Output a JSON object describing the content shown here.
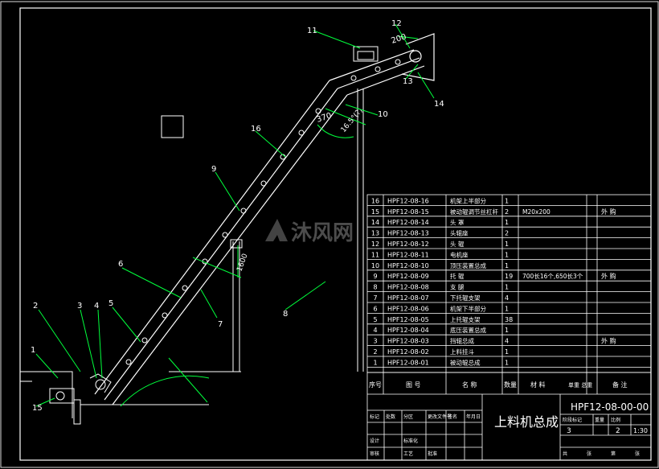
{
  "watermark": {
    "text": "沐风网"
  },
  "callouts": [
    {
      "id": "c1",
      "label": "1"
    },
    {
      "id": "c2",
      "label": "2"
    },
    {
      "id": "c3",
      "label": "3"
    },
    {
      "id": "c4",
      "label": "4"
    },
    {
      "id": "c5",
      "label": "5"
    },
    {
      "id": "c6",
      "label": "6"
    },
    {
      "id": "c7",
      "label": "7"
    },
    {
      "id": "c8",
      "label": "8"
    },
    {
      "id": "c9",
      "label": "9"
    },
    {
      "id": "c10",
      "label": "10"
    },
    {
      "id": "c11",
      "label": "11"
    },
    {
      "id": "c12",
      "label": "12"
    },
    {
      "id": "c13",
      "label": "13"
    },
    {
      "id": "c14",
      "label": "14"
    },
    {
      "id": "c15",
      "label": "15"
    },
    {
      "id": "c16",
      "label": "16"
    }
  ],
  "dimensions": {
    "top_len": "200",
    "mid_len": "370",
    "angle": "16.5°(?)",
    "small_len": "1600"
  },
  "bom": {
    "rows": [
      {
        "no": "16",
        "code": "HPF12-08-16",
        "name": "机架上半部分",
        "qty": "1",
        "material": "",
        "note": ""
      },
      {
        "no": "15",
        "code": "HPF12-08-15",
        "name": "被动辊调节丝杠杆",
        "qty": "2",
        "material": "M20x200",
        "note": "外 购"
      },
      {
        "no": "14",
        "code": "HPF12-08-14",
        "name": "头  罩",
        "qty": "1",
        "material": "",
        "note": ""
      },
      {
        "no": "13",
        "code": "HPF12-08-13",
        "name": "头辊座",
        "qty": "2",
        "material": "",
        "note": ""
      },
      {
        "no": "12",
        "code": "HPF12-08-12",
        "name": "头  辊",
        "qty": "1",
        "material": "",
        "note": ""
      },
      {
        "no": "11",
        "code": "HPF12-08-11",
        "name": "电机座",
        "qty": "1",
        "material": "",
        "note": ""
      },
      {
        "no": "10",
        "code": "HPF12-08-10",
        "name": "顶压装置总成",
        "qty": "1",
        "material": "",
        "note": ""
      },
      {
        "no": "9",
        "code": "HPF12-08-09",
        "name": "托  辊",
        "qty": "19",
        "material": "700长16个,650长3个",
        "note": "外 购"
      },
      {
        "no": "8",
        "code": "HPF12-08-08",
        "name": "支  腿",
        "qty": "1",
        "material": "",
        "note": ""
      },
      {
        "no": "7",
        "code": "HPF12-08-07",
        "name": "下托辊支架",
        "qty": "4",
        "material": "",
        "note": ""
      },
      {
        "no": "6",
        "code": "HPF12-08-06",
        "name": "机架下半部分",
        "qty": "1",
        "material": "",
        "note": ""
      },
      {
        "no": "5",
        "code": "HPF12-08-05",
        "name": "上托辊支架",
        "qty": "38",
        "material": "",
        "note": ""
      },
      {
        "no": "4",
        "code": "HPF12-08-04",
        "name": "底压装置总成",
        "qty": "1",
        "material": "",
        "note": ""
      },
      {
        "no": "3",
        "code": "HPF12-08-03",
        "name": "挡辊总成",
        "qty": "4",
        "material": "",
        "note": "外 购"
      },
      {
        "no": "2",
        "code": "HPF12-08-02",
        "name": "上料挂斗",
        "qty": "1",
        "material": "",
        "note": ""
      },
      {
        "no": "1",
        "code": "HPF12-08-01",
        "name": "被动辊总成",
        "qty": "1",
        "material": "",
        "note": ""
      }
    ],
    "headers": {
      "no": "序号",
      "code": "图 号",
      "name": "名 称",
      "qty": "数量",
      "material": "材 料",
      "weight": "单重 总重",
      "note": "备 注"
    }
  },
  "title_block": {
    "drawing_no": "HPF12-08-00-00",
    "title": "上料机总成",
    "sheet_left": "3",
    "sheet_mid": "2",
    "scale": "1:30",
    "labels": [
      "标记",
      "处数",
      "分区",
      "更改文件号",
      "签名",
      "年月日",
      "设计",
      "标准化",
      "审核",
      "工艺",
      "批准",
      "阶段标记",
      "重量",
      "比例",
      "共",
      "张",
      "第",
      "张"
    ]
  }
}
